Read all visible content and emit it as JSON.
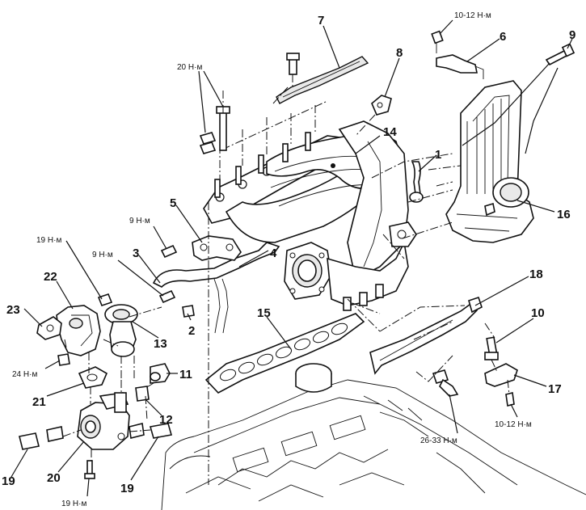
{
  "callouts": {
    "c1": "1",
    "c2": "2",
    "c3": "3",
    "c4": "4",
    "c5": "5",
    "c6": "6",
    "c7": "7",
    "c8": "8",
    "c9": "9",
    "c10": "10",
    "c11": "11",
    "c12": "12",
    "c13": "13",
    "c14": "14",
    "c15": "15",
    "c16": "16",
    "c17": "17",
    "c18": "18",
    "c19a": "19",
    "c19b": "19",
    "c20": "20",
    "c21": "21",
    "c22": "22",
    "c23": "23"
  },
  "torques": {
    "t_20nm": "20 Н·м",
    "t_10_12nm_top": "10-12 Н·м",
    "t_9nm_a": "9 Н·м",
    "t_9nm_b": "9 Н·м",
    "t_19nm_top": "19 Н·м",
    "t_24nm": "24 Н·м",
    "t_19nm_bottom": "19 Н·м",
    "t_26_33nm": "26-33 Н·м",
    "t_10_12nm_bottom": "10-12 Н·м"
  },
  "colors": {
    "ink": "#111111",
    "paper": "#ffffff"
  }
}
